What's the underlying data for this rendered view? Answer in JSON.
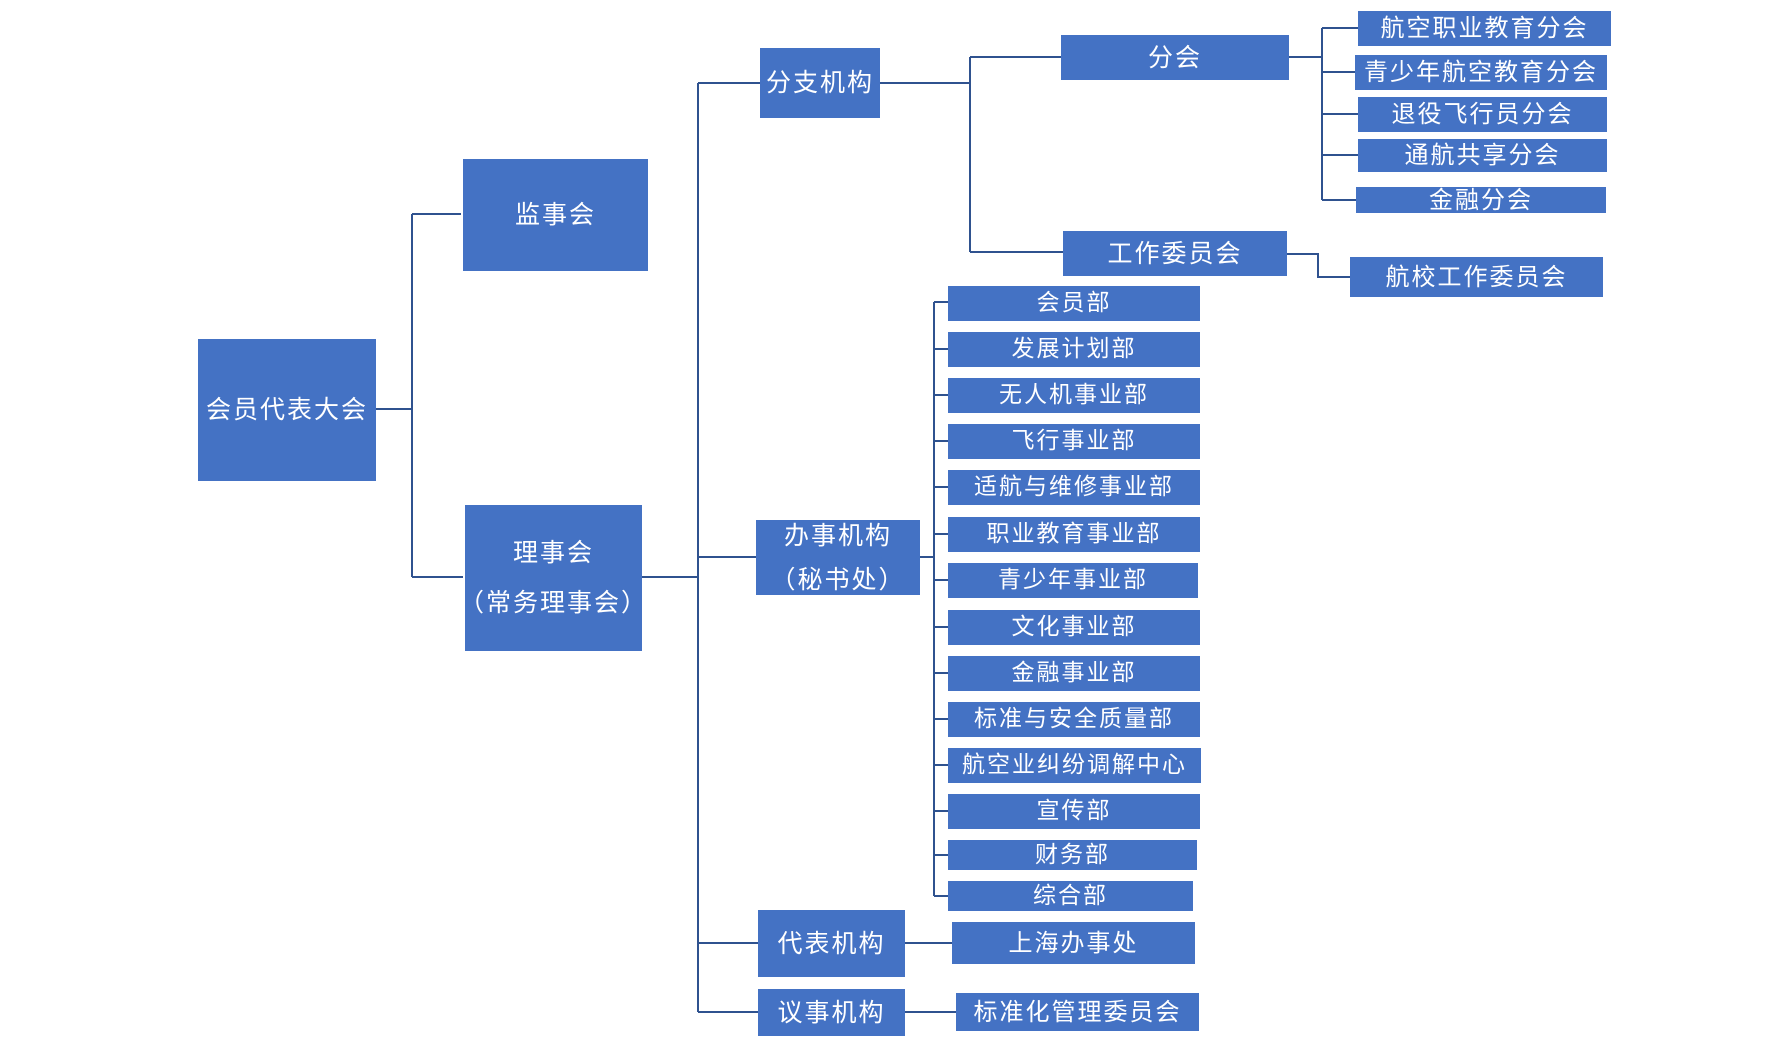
{
  "nodes": {
    "root": "会员代表大会",
    "supervisory": "监事会",
    "council_line1": "理事会",
    "council_line2": "（常务理事会）",
    "branch": "分支机构",
    "office_line1": "办事机构",
    "office_line2": "（秘书处）",
    "representative": "代表机构",
    "deliberative": "议事机构",
    "sub_branch": "分会",
    "work_committee": "工作委员会",
    "branches": [
      "航空职业教育分会",
      "青少年航空教育分会",
      "退役飞行员分会",
      "通航共享分会",
      "金融分会"
    ],
    "committees": [
      "航校工作委员会"
    ],
    "departments": [
      "会员部",
      "发展计划部",
      "无人机事业部",
      "飞行事业部",
      "适航与维修事业部",
      "职业教育事业部",
      "青少年事业部",
      "文化事业部",
      "金融事业部",
      "标准与安全质量部",
      "航空业纠纷调解中心",
      "宣传部",
      "财务部",
      "综合部"
    ],
    "representative_offices": [
      "上海办事处"
    ],
    "deliberative_bodies": [
      "标准化管理委员会"
    ]
  },
  "colors": {
    "box_fill": "#4472C4",
    "box_text": "#FFFFFF",
    "connector": "#2F528F",
    "background": "#FFFFFF"
  }
}
